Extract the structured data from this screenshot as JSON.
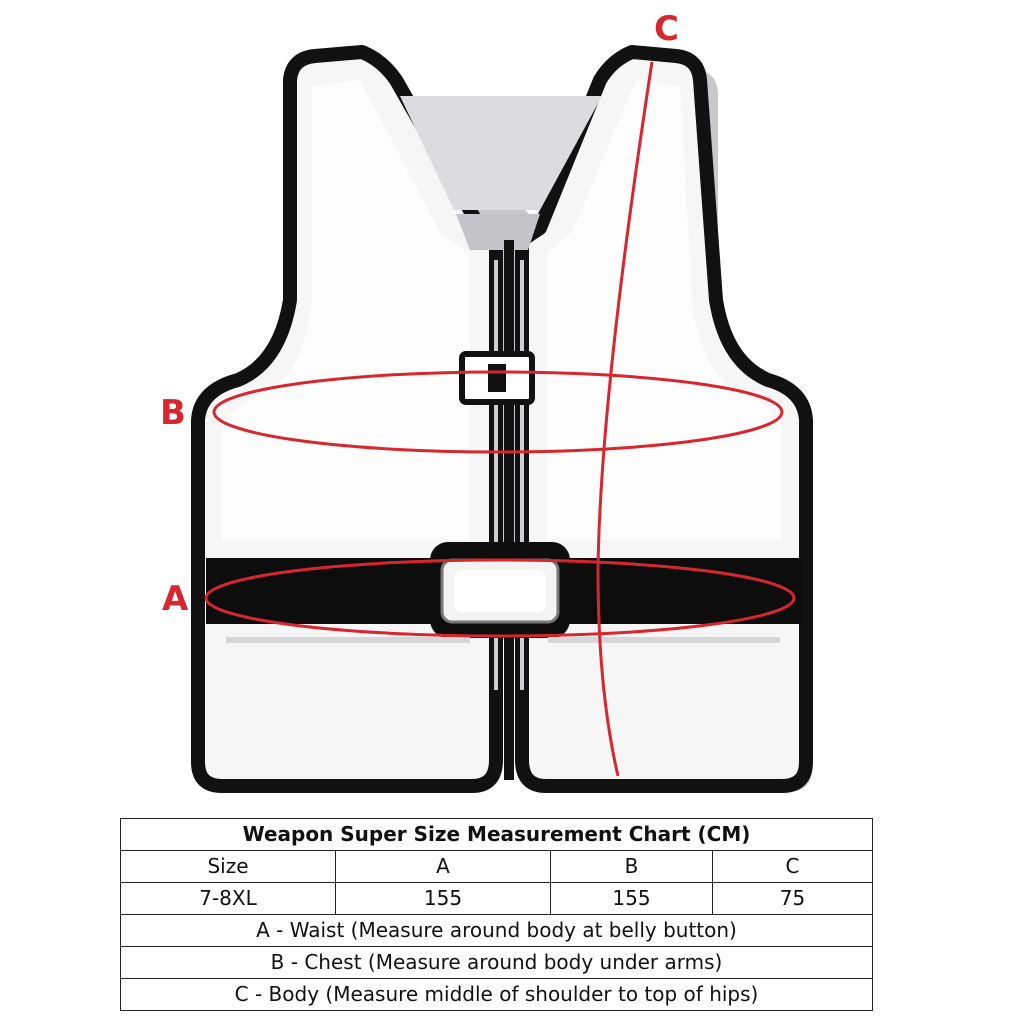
{
  "diagram": {
    "markers": {
      "c": "C",
      "b": "B",
      "a": "A"
    },
    "colors": {
      "measure_line": "#d7262e",
      "outline": "#111111",
      "shadow": "#c9c9cc"
    }
  },
  "table": {
    "title": "Weapon Super Size Measurement Chart (CM)",
    "headers": [
      "Size",
      "A",
      "B",
      "C"
    ],
    "rows": [
      [
        "7-8XL",
        "155",
        "155",
        "75"
      ]
    ],
    "notes": [
      "A - Waist (Measure around body at belly button)",
      "B - Chest (Measure around body under arms)",
      "C - Body (Measure middle of shoulder to top of hips)"
    ]
  }
}
